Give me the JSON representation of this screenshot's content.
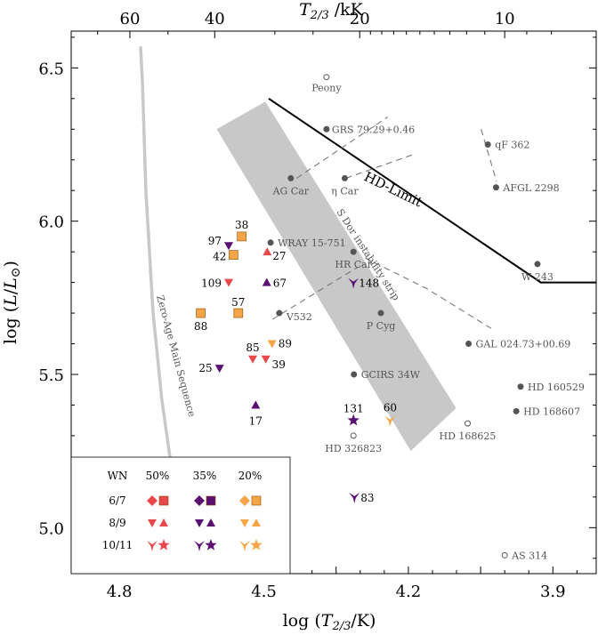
{
  "chart_data": {
    "type": "scatter",
    "xlabel": "log (T2/3/K)",
    "ylabel": "log (L/L⊙)",
    "top_xlabel": "T2/3 /kK",
    "x_ticks": [
      "4.8",
      "4.5",
      "4.2",
      "3.9"
    ],
    "y_ticks": [
      "5.0",
      "5.5",
      "6.0",
      "6.5"
    ],
    "top_ticks": [
      "60",
      "40",
      "20",
      "10"
    ],
    "xlim": [
      4.9,
      3.81
    ],
    "ylim": [
      4.85,
      6.62
    ],
    "grid": false,
    "zams_label": "Zero-Age Main Sequence",
    "sdor_label": "S Dor instability strip",
    "hd_limit_label": "HD-Limit",
    "zams": [
      [
        4.756,
        6.57
      ],
      [
        4.752,
        6.45
      ],
      [
        4.745,
        6.1
      ],
      [
        4.73,
        5.7
      ],
      [
        4.712,
        5.42
      ],
      [
        4.695,
        5.23
      ]
    ],
    "hd_limit": [
      [
        4.49,
        6.4
      ],
      [
        3.925,
        5.8
      ],
      [
        3.81,
        5.8
      ]
    ],
    "sdor_strip": [
      [
        4.598,
        6.3
      ],
      [
        4.497,
        6.39
      ],
      [
        4.101,
        5.39
      ],
      [
        4.195,
        5.25
      ]
    ],
    "known_stars": [
      {
        "name": "Peony",
        "x": 4.37,
        "y": 6.47,
        "filled": false
      },
      {
        "name": "GRS 79.29+0.46",
        "x": 4.37,
        "y": 6.3,
        "filled": true
      },
      {
        "name": "qF 362",
        "x": 4.035,
        "y": 6.25,
        "filled": true
      },
      {
        "name": "AG Car",
        "x": 4.444,
        "y": 6.14,
        "filled": true
      },
      {
        "name": "η Car",
        "x": 4.332,
        "y": 6.14,
        "filled": true
      },
      {
        "name": "AFGL 2298",
        "x": 4.018,
        "y": 6.11,
        "filled": true
      },
      {
        "name": "WRAY 15-751",
        "x": 4.486,
        "y": 5.93,
        "filled": true
      },
      {
        "name": "HR Car",
        "x": 4.314,
        "y": 5.9,
        "filled": true
      },
      {
        "name": "W 243",
        "x": 3.932,
        "y": 5.86,
        "filled": true
      },
      {
        "name": "V532",
        "x": 4.468,
        "y": 5.7,
        "filled": true
      },
      {
        "name": "P Cyg",
        "x": 4.257,
        "y": 5.7,
        "filled": true
      },
      {
        "name": "GAL 024.73+00.69",
        "x": 4.075,
        "y": 5.6,
        "filled": true
      },
      {
        "name": "GCIRS 34W",
        "x": 4.313,
        "y": 5.5,
        "filled": true
      },
      {
        "name": "HD 160529",
        "x": 3.967,
        "y": 5.46,
        "filled": true
      },
      {
        "name": "HD 168607",
        "x": 3.976,
        "y": 5.38,
        "filled": true
      },
      {
        "name": "HD 168625",
        "x": 4.077,
        "y": 5.34,
        "filled": false
      },
      {
        "name": "HD 326823",
        "x": 4.314,
        "y": 5.3,
        "filled": false
      },
      {
        "name": "AS 314",
        "x": 4.0,
        "y": 4.91,
        "filled": false
      }
    ],
    "model_points": [
      {
        "label": "38",
        "x": 4.546,
        "y": 5.95,
        "shape": "square",
        "color": "#f6a546"
      },
      {
        "label": "97",
        "x": 4.573,
        "y": 5.92,
        "shape": "tri-down",
        "color": "#5a1070"
      },
      {
        "label": "42",
        "x": 4.563,
        "y": 5.89,
        "shape": "square",
        "color": "#f6a546"
      },
      {
        "label": "27",
        "x": 4.493,
        "y": 5.9,
        "shape": "tri-up",
        "color": "#e8484c"
      },
      {
        "label": "109",
        "x": 4.573,
        "y": 5.8,
        "shape": "tri-down",
        "color": "#e8484c"
      },
      {
        "label": "67",
        "x": 4.494,
        "y": 5.8,
        "shape": "tri-up",
        "color": "#5a1070"
      },
      {
        "label": "148",
        "x": 4.314,
        "y": 5.8,
        "shape": "y-down",
        "color": "#5a1070"
      },
      {
        "label": "57",
        "x": 4.553,
        "y": 5.7,
        "shape": "square",
        "color": "#f6a546"
      },
      {
        "label": "88",
        "x": 4.631,
        "y": 5.7,
        "shape": "square",
        "color": "#f6a546"
      },
      {
        "label": "89",
        "x": 4.483,
        "y": 5.6,
        "shape": "tri-down",
        "color": "#f6a546"
      },
      {
        "label": "85",
        "x": 4.523,
        "y": 5.55,
        "shape": "tri-down",
        "color": "#e8484c"
      },
      {
        "label": "39",
        "x": 4.496,
        "y": 5.55,
        "shape": "tri-down",
        "color": "#e8484c"
      },
      {
        "label": "25",
        "x": 4.592,
        "y": 5.52,
        "shape": "tri-down",
        "color": "#5a1070"
      },
      {
        "label": "17",
        "x": 4.517,
        "y": 5.4,
        "shape": "tri-up",
        "color": "#5a1070"
      },
      {
        "label": "131",
        "x": 4.314,
        "y": 5.35,
        "shape": "star",
        "color": "#5a1070"
      },
      {
        "label": "60",
        "x": 4.238,
        "y": 5.35,
        "shape": "y-down",
        "color": "#f6a546"
      },
      {
        "label": "83",
        "x": 4.312,
        "y": 5.1,
        "shape": "y-down",
        "color": "#5a1070"
      }
    ],
    "dashed_lines": [
      [
        [
          4.432,
          6.14
        ],
        [
          4.243,
          6.34
        ]
      ],
      [
        [
          4.33,
          6.14
        ],
        [
          4.185,
          6.22
        ]
      ],
      [
        [
          4.482,
          5.68
        ],
        [
          4.305,
          5.85
        ]
      ],
      [
        [
          4.29,
          5.88
        ],
        [
          4.162,
          5.78
        ],
        [
          4.028,
          5.65
        ]
      ],
      [
        [
          4.049,
          6.3
        ],
        [
          4.017,
          6.13
        ]
      ]
    ],
    "legend": {
      "position": "bottom-left",
      "row_header": "WN",
      "columns": [
        "50%",
        "35%",
        "20%"
      ],
      "rows": [
        "6/7",
        "8/9",
        "10/11"
      ],
      "colors": [
        "#e8484c",
        "#5a1070",
        "#f6a546"
      ],
      "shapes": [
        [
          "diamond",
          "square"
        ],
        [
          "tri-down",
          "tri-up"
        ],
        [
          "y-down",
          "star"
        ]
      ]
    }
  }
}
